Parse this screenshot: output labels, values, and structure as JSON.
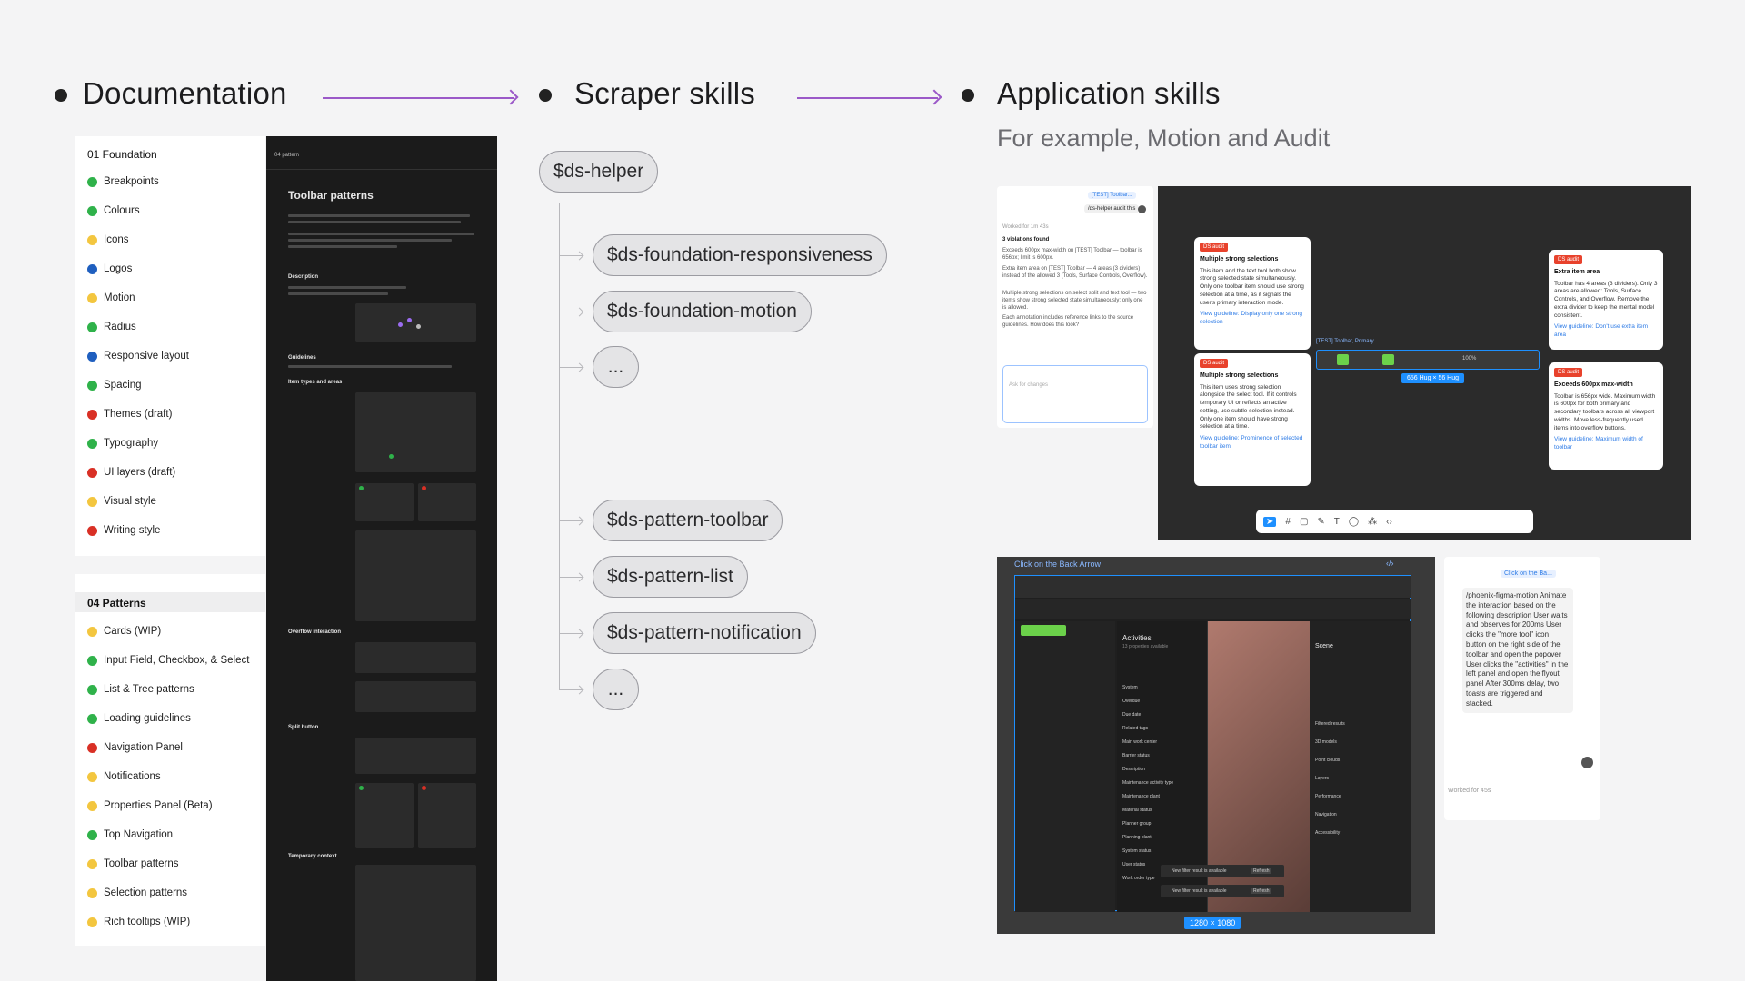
{
  "headers": {
    "documentation": "Documentation",
    "scraper": "Scraper skills",
    "application": "Application skills",
    "application_sub": "For example, Motion and Audit"
  },
  "foundation": {
    "heading": "01 Foundation",
    "items": [
      {
        "label": "Breakpoints",
        "status": "green"
      },
      {
        "label": "Colours",
        "status": "green"
      },
      {
        "label": "Icons",
        "status": "yellow"
      },
      {
        "label": "Logos",
        "status": "blue"
      },
      {
        "label": "Motion",
        "status": "yellow"
      },
      {
        "label": "Radius",
        "status": "green"
      },
      {
        "label": "Responsive layout",
        "status": "blue"
      },
      {
        "label": "Spacing",
        "status": "green"
      },
      {
        "label": "Themes (draft)",
        "status": "red"
      },
      {
        "label": "Typography",
        "status": "green"
      },
      {
        "label": "UI layers (draft)",
        "status": "red"
      },
      {
        "label": "Visual style",
        "status": "yellow"
      },
      {
        "label": "Writing style",
        "status": "red"
      }
    ]
  },
  "patterns": {
    "heading": "04 Patterns",
    "items": [
      {
        "label": "Cards (WIP)",
        "status": "yellow"
      },
      {
        "label": "Input Field, Checkbox, & Select",
        "status": "green"
      },
      {
        "label": "List & Tree patterns",
        "status": "green"
      },
      {
        "label": "Loading guidelines",
        "status": "green"
      },
      {
        "label": "Navigation Panel",
        "status": "red"
      },
      {
        "label": "Notifications",
        "status": "yellow"
      },
      {
        "label": "Properties Panel (Beta)",
        "status": "yellow"
      },
      {
        "label": "Top Navigation",
        "status": "green"
      },
      {
        "label": "Toolbar patterns",
        "status": "yellow"
      },
      {
        "label": "Selection patterns",
        "status": "yellow"
      },
      {
        "label": "Rich tooltips (WIP)",
        "status": "yellow"
      }
    ]
  },
  "status_colors": {
    "green": "#2fb24a",
    "yellow": "#f3c63f",
    "blue": "#1f5fbf",
    "red": "#d93025"
  },
  "doc_page": {
    "crumb": "04 pattern",
    "title": "Toolbar patterns",
    "sections": [
      "Description",
      "Guidelines",
      "Item types and areas",
      "Overflow interaction",
      "Split button",
      "Temporary context"
    ]
  },
  "skills": {
    "root": "$ds-helper",
    "children": [
      "$ds-foundation-responsiveness",
      "$ds-foundation-motion",
      "...",
      "$ds-pattern-toolbar",
      "$ds-pattern-list",
      "$ds-pattern-notification",
      "..."
    ]
  },
  "audit": {
    "chat_tag": "[TEST] Toolbar...",
    "chat_query": "/ds-helper audit this",
    "chat_worked": "Worked for 1m 43s",
    "violations_title": "3 violations found",
    "violations": [
      "Exceeds 600px max-width on [TEST] Toolbar — toolbar is 656px; limit is 600px.",
      "Extra item area on [TEST] Toolbar — 4 areas (3 dividers) instead of the allowed 3 (Tools, Surface Controls, Overflow).",
      "Multiple strong selections on select split and text tool — two items show strong selected state simultaneously; only one is allowed."
    ],
    "chat_note": "Each annotation includes reference links to the source guidelines. How does this look?",
    "input_placeholder": "Ask for changes",
    "tag": "DS audit",
    "cards": [
      {
        "title": "Multiple strong selections",
        "body": "This item and the text tool both show strong selected state simultaneously. Only one toolbar item should use strong selection at a time, as it signals the user's primary interaction mode.",
        "link": "View guideline: Display only one strong selection"
      },
      {
        "title": "Multiple strong selections",
        "body": "This item uses strong selection alongside the select tool. If it controls temporary UI or reflects an active setting, use subtle selection instead. Only one item should have strong selection at a time.",
        "link": "View guideline: Prominence of selected toolbar item"
      },
      {
        "title": "Extra item area",
        "body": "Toolbar has 4 areas (3 dividers). Only 3 areas are allowed: Tools, Surface Controls, and Overflow. Remove the extra divider to keep the mental model consistent.",
        "link": "View guideline: Don't use extra item area"
      },
      {
        "title": "Exceeds 600px max-width",
        "body": "Toolbar is 656px wide. Maximum width is 600px for both primary and secondary toolbars across all viewport widths. Move less-frequently used items into overflow buttons.",
        "link": "View guideline: Maximum width of toolbar"
      }
    ],
    "toolbar_label": "[TEST] Toolbar, Primary",
    "size_label": "656 Hug × 56 Hug",
    "zoom": "100%"
  },
  "motion": {
    "frame_label": "Click on the Back Arrow",
    "size_label": "1280 × 1080",
    "panel_title": "Activities",
    "panel_sub": "13 properties available",
    "right_title": "Scene",
    "right_items": [
      "Filtered results",
      "3D models",
      "Point clouds",
      "Layers",
      "Performance",
      "Navigation",
      "Accessibility"
    ],
    "rows": [
      "System",
      "Overdue",
      "Due date",
      "Related tags",
      "Main work center",
      "Barrier status",
      "Description",
      "Maintenance activity type",
      "Maintenance plant",
      "Material status",
      "Planner group",
      "Planning plant",
      "System status",
      "User status",
      "Work order type"
    ],
    "toast": "New filter result is available",
    "refresh": "Refresh",
    "chat_tag": "Click on the Ba...",
    "chat_text": "/phoenix-figma-motion Animate the interaction based on the following description User waits and observes for 200ms User clicks the \"more tool\" icon button on the right side of the toolbar and open the popover User clicks the \"activities\" in the left panel and open the flyout panel After 300ms delay, two toasts are triggered and stacked.",
    "chat_worked": "Worked for 45s"
  },
  "colors": {
    "arrow": "#9b59c8",
    "bg": "#f4f4f5",
    "dark": "#1b1b1b",
    "audit_red": "#e8422c",
    "selection_blue": "#1e90ff"
  }
}
